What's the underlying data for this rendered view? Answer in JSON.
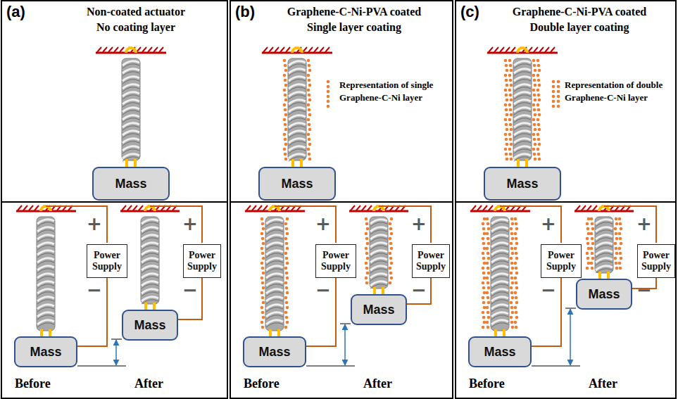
{
  "diagram": {
    "nodes": [
      {
        "text": [
          "(a)",
          "Non-coated actuator",
          "No coating layer"
        ]
      },
      {
        "text": [
          "Mass"
        ],
        "in": 0
      },
      {
        "text": [
          "Power Supply"
        ],
        "in": 0
      },
      {
        "text": [
          "Mass"
        ],
        "in": 0
      },
      {
        "text": [
          "Power Supply"
        ],
        "in": 0
      },
      {
        "text": [
          "Mass"
        ],
        "in": 0
      },
      {
        "text": [
          "(b)",
          "Graphene-C-Ni-PVA coated",
          "Single layer coating"
        ]
      },
      {
        "text": [
          "Mass"
        ],
        "in": 6
      },
      {
        "text": [
          "Power Supply"
        ],
        "in": 6
      },
      {
        "text": [
          "Mass"
        ],
        "in": 6
      },
      {
        "text": [
          "Power Supply"
        ],
        "in": 6
      },
      {
        "text": [
          "Mass"
        ],
        "in": 6
      },
      {
        "text": [
          "(c)",
          "Graphene-C-Ni-PVA coated",
          "Double layer coating"
        ]
      },
      {
        "text": [
          "Mass"
        ],
        "in": 12
      },
      {
        "text": [
          "Power Supply"
        ],
        "in": 12
      },
      {
        "text": [
          "Mass"
        ],
        "in": 12
      },
      {
        "text": [
          "Power Supply"
        ],
        "in": 12
      },
      {
        "text": [
          "Mass"
        ],
        "in": 12
      }
    ],
    "edges": [
      {
        "from": 2,
        "to": 3,
        "arrow": "none"
      },
      {
        "from": 4,
        "to": 5,
        "arrow": "none"
      },
      {
        "from": 8,
        "to": 9,
        "arrow": "none"
      },
      {
        "from": 10,
        "to": 11,
        "arrow": "none"
      },
      {
        "from": 14,
        "to": 15,
        "arrow": "none"
      },
      {
        "from": 16,
        "to": 17,
        "arrow": "none"
      }
    ],
    "labels": [
      "+",
      "−",
      "+",
      "−",
      "Before",
      "After",
      "+",
      "−",
      "+",
      "−",
      "Before",
      "After",
      "+",
      "−",
      "+",
      "−",
      "Before",
      "After"
    ],
    "legend": [
      {
        "text": "Representation of single Graphene-C-Ni layer"
      },
      {
        "text": "Representation of double Graphene-C-Ni layer"
      }
    ]
  }
}
